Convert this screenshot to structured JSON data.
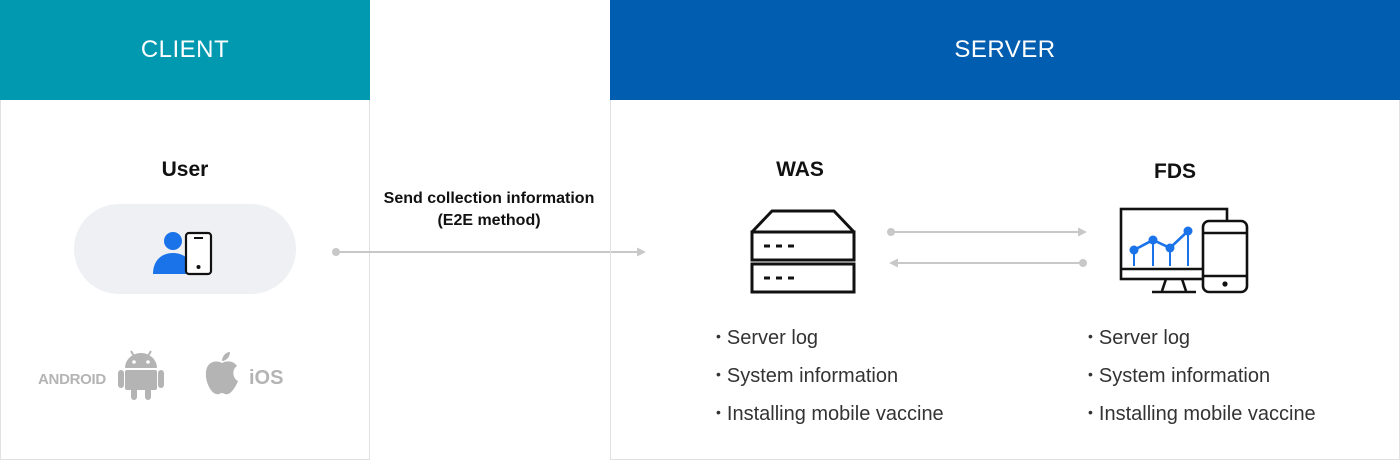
{
  "client": {
    "header": "CLIENT",
    "user_title": "User",
    "platforms": {
      "android": "ANDROID",
      "ios": "iOS"
    }
  },
  "flow": {
    "label_line1": "Send collection information",
    "label_line2": "(E2E method)"
  },
  "server": {
    "header": "SERVER",
    "was": {
      "title": "WAS",
      "items": [
        "Server log",
        "System information",
        "Installing mobile vaccine"
      ]
    },
    "fds": {
      "title": "FDS",
      "items": [
        "Server log",
        "System information",
        "Installing mobile vaccine"
      ]
    }
  },
  "colors": {
    "client_header": "#0099b0",
    "server_header": "#005daf",
    "accent_blue": "#1a73e8",
    "connector_gray": "#c8c8c8",
    "platform_gray": "#b4b4b4"
  },
  "icons": [
    "user-phone-icon",
    "android-icon",
    "apple-icon",
    "server-icon",
    "monitor-chart-icon"
  ]
}
